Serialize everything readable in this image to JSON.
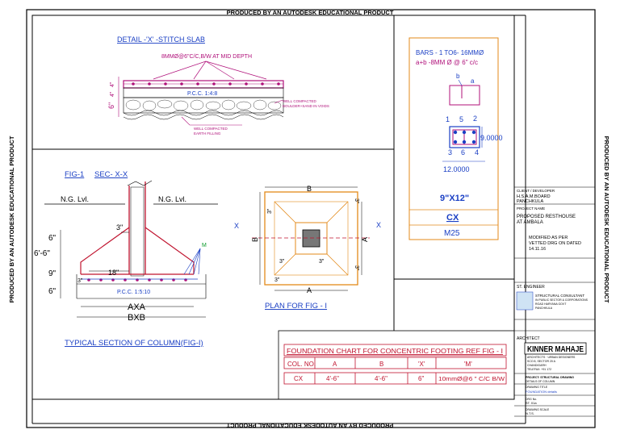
{
  "watermark": "PRODUCED BY AN AUTODESK EDUCATIONAL PRODUCT",
  "detail": {
    "title": "DETAIL -'X' -STITCH SLAB",
    "rebar_note": "8MMØ@6\"C/C,B/W AT MID DEPTH",
    "pcc": "P.C.C. 1:4:8",
    "dim_6": "6\"",
    "dim_4a": "4\"",
    "dim_4b": "4\"",
    "boulder_note_1": "WELL COMPACTED",
    "boulder_note_2": "BOULDER+SAND IN VOIDS",
    "earth_note_1": "WELL COMPACTED",
    "earth_note_2": "EARTH FILLING"
  },
  "column": {
    "bars_line1": "BARS - 1 TO6- 16MMØ",
    "bars_line2": "a+b  -8MM Ø @ 6\" c/c",
    "label_a": "a",
    "label_b": "b",
    "n1": "1",
    "n5": "5",
    "n2": "2",
    "n3": "3",
    "n6": "6",
    "n4": "4",
    "height": "9.0000",
    "width": "12.0000",
    "size": "9\"X12\"",
    "name": "CX",
    "grade": "M25"
  },
  "fig1": {
    "label": "FIG-1",
    "sec": "SEC- X-X",
    "ngl_left": "N.G. Lvl.",
    "ngl_right": "N.G. Lvl.",
    "d3": "3\"",
    "d6a": "6\"",
    "d6b": "6'-6\"",
    "d9": "9\"",
    "d6c": "6\"",
    "d18": "18\"",
    "d3b": "3\"",
    "m": "M",
    "pcc": "P.C.C. 1:5:10",
    "axa": "AXA",
    "bxb": "BXB",
    "caption": "TYPICAL SECTION OF COLUMN(FIG-I)"
  },
  "plan": {
    "b_top": "B",
    "b_left": "B",
    "a_bottom": "A",
    "a_right": "A",
    "x_left": "X",
    "x_right": "X",
    "d3_1": "3\"",
    "d3_2": "3\"",
    "d3_3": "3\"",
    "d3_4": "3\"",
    "d3_5": "3\"",
    "d3_6": "3\"",
    "caption": "PLAN FOR FIG - I"
  },
  "chart": {
    "title": "FOUNDATION  CHART FOR CONCENTRIC FOOTING  REF  FIG - I",
    "headers": [
      "COL. NO.",
      "A",
      "B",
      "'X'",
      "'M'"
    ],
    "row": [
      "CX",
      "4'-6\"",
      "4'-6\"",
      "6\"",
      "10mmØ@6 \" C/C B/W"
    ]
  },
  "titleblock": {
    "client_label": "CLIENT / DEVELOPER",
    "client_1": "H.S.A.M.BOARD",
    "client_2": "PANCHKULA",
    "project_label": "PROJECT NAME",
    "project_1": "PROPOSED RESTHOUSE",
    "project_2": "AT AMBALA",
    "modified_1": "MODIFIED AS PER",
    "modified_2": "VETTED DRG ON DATED",
    "modified_3": "14.11.16",
    "engineer_label": "ST. ENGINEER",
    "engineer_1": "STRUCTURAL CONSULTANT",
    "engineer_2": "IN PUBLIC SECTOR & CORPORATIONS",
    "engineer_3": "ROAD HARYANA GOVT",
    "engineer_4": "PANCHKULA",
    "architect_label": "ARCHITECT",
    "architect_logo": "KINNER MAHAJE",
    "architect_1": "ARCHITECTS · URBAN DESIGNERS",
    "architect_2": "SCO 8, SECTOR 20 A",
    "architect_3": "CHANDIGARH",
    "architect_4": "TELEFAX: +91 172",
    "project_drawing_1": "PROJECT: STRUCTURAL DRAWING",
    "project_drawing_2": "DETAILS OF COLUMN",
    "drawing_label": "DRAWING TITLE",
    "drawing_title": "FOUNDATION details",
    "drg_label": "DRG No.",
    "drg_no": "ST. 01a",
    "scale_label": "DRAWING SCALE",
    "scale": "N.T.S."
  }
}
